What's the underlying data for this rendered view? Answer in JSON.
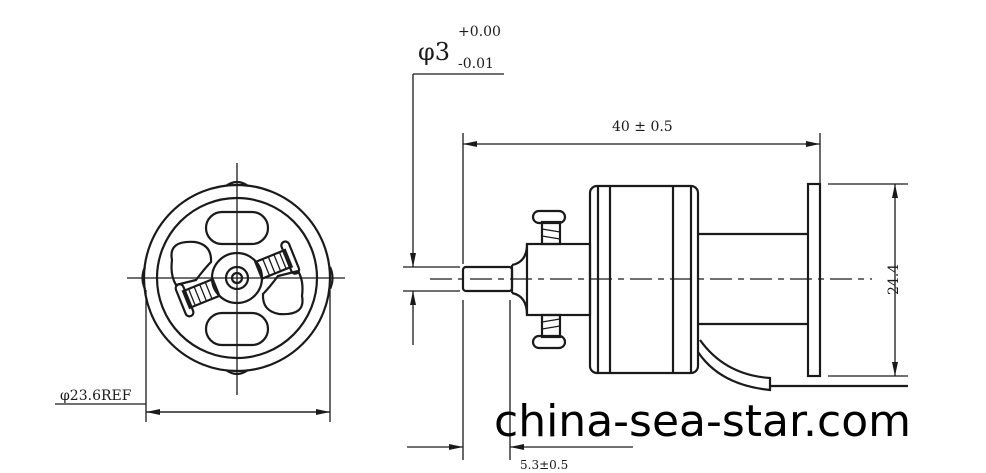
{
  "dimensions": {
    "front_diameter": "φ23.6REF",
    "shaft_diameter": "φ3",
    "shaft_tol_upper": "+0.00",
    "shaft_tol_lower": "-0.01",
    "overall_length": "40 ± 0.5",
    "flange_height": "24.4",
    "shaft_length": "5.3±0.5"
  },
  "watermark": "china-sea-star.com"
}
